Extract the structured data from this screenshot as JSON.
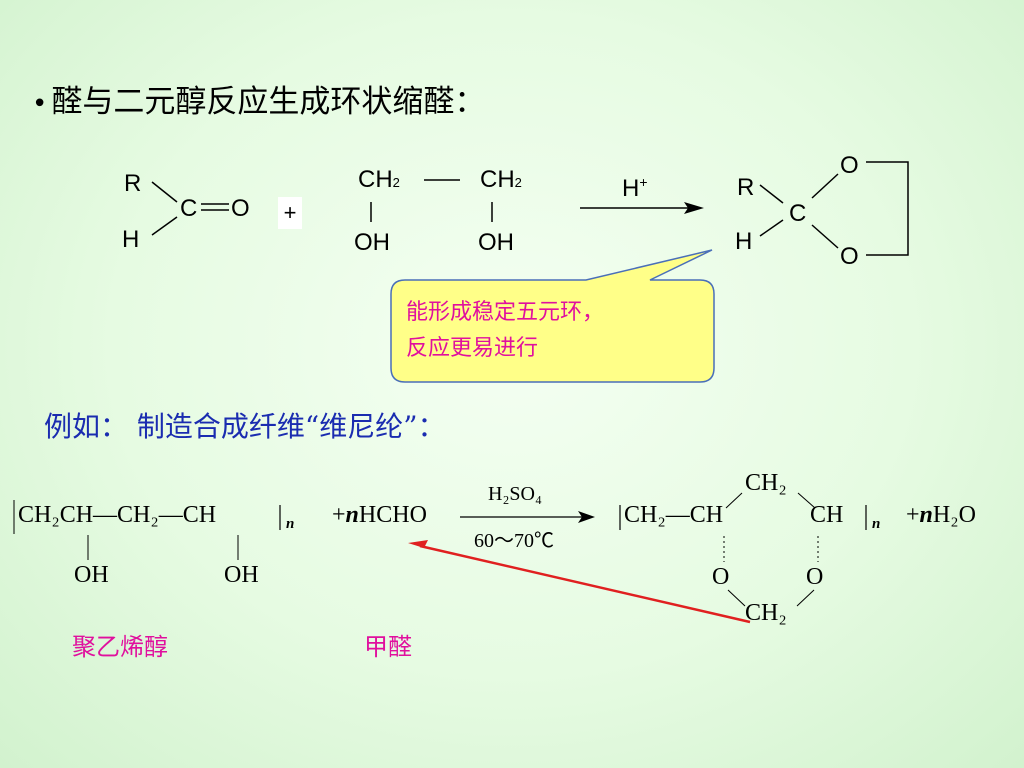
{
  "title": {
    "bullet": "•",
    "text": "醛与二元醇反应生成环状缩醛："
  },
  "reaction1": {
    "R": "R",
    "H": "H",
    "C": "C",
    "O": "O",
    "plus": "+",
    "ch2_left": "CH",
    "ch2_right": "CH",
    "sub2": "2",
    "oh_left": "OH",
    "oh_right": "OH",
    "catalyst": "H",
    "catalyst_sup": "+",
    "product_R": "R",
    "product_C": "C",
    "product_H": "H",
    "product_O_top": "O",
    "product_O_bottom": "O"
  },
  "callout": {
    "line1": "能形成稳定五元环，",
    "line2": "反应更易进行"
  },
  "example": {
    "text": "例如： 制造合成纤维“维尼纶”："
  },
  "reaction2": {
    "polymer": "CH₂CH—CH₂—CH",
    "n1": "n",
    "oh1": "OH",
    "oh2": "OH",
    "plus1": "+",
    "n_coef": "n",
    "hcho": "HCHO",
    "reagent": "H₂SO₄",
    "conditions": "60～70℃",
    "prod_ch2": "CH₂—CH",
    "prod_ch": "CH",
    "prod_n": "n",
    "ring_top": "CH₂",
    "ring_bottom": "CH₂",
    "ring_o1": "O",
    "ring_o2": "O",
    "plus2": "+",
    "n_coef2": "n",
    "water": "H₂O"
  },
  "labels": {
    "pva": "聚乙烯醇",
    "formaldehyde": "甲醛"
  },
  "colors": {
    "pink": "#e0109e",
    "blue": "#1a2cb0",
    "red_arrow": "#e02020",
    "callout_fill": "#ffff88",
    "callout_border": "#4a6fb8"
  }
}
